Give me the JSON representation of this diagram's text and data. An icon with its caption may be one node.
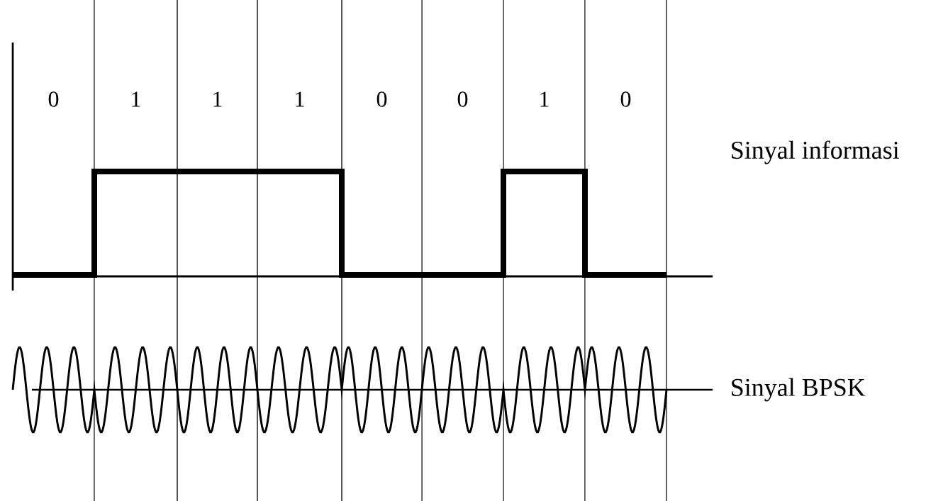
{
  "diagram": {
    "labels": [
      "0",
      "1",
      "1",
      "1",
      "0",
      "0",
      "1",
      "0",
      "Sinyal informasi",
      "Sinyal BPSK"
    ]
  }
}
